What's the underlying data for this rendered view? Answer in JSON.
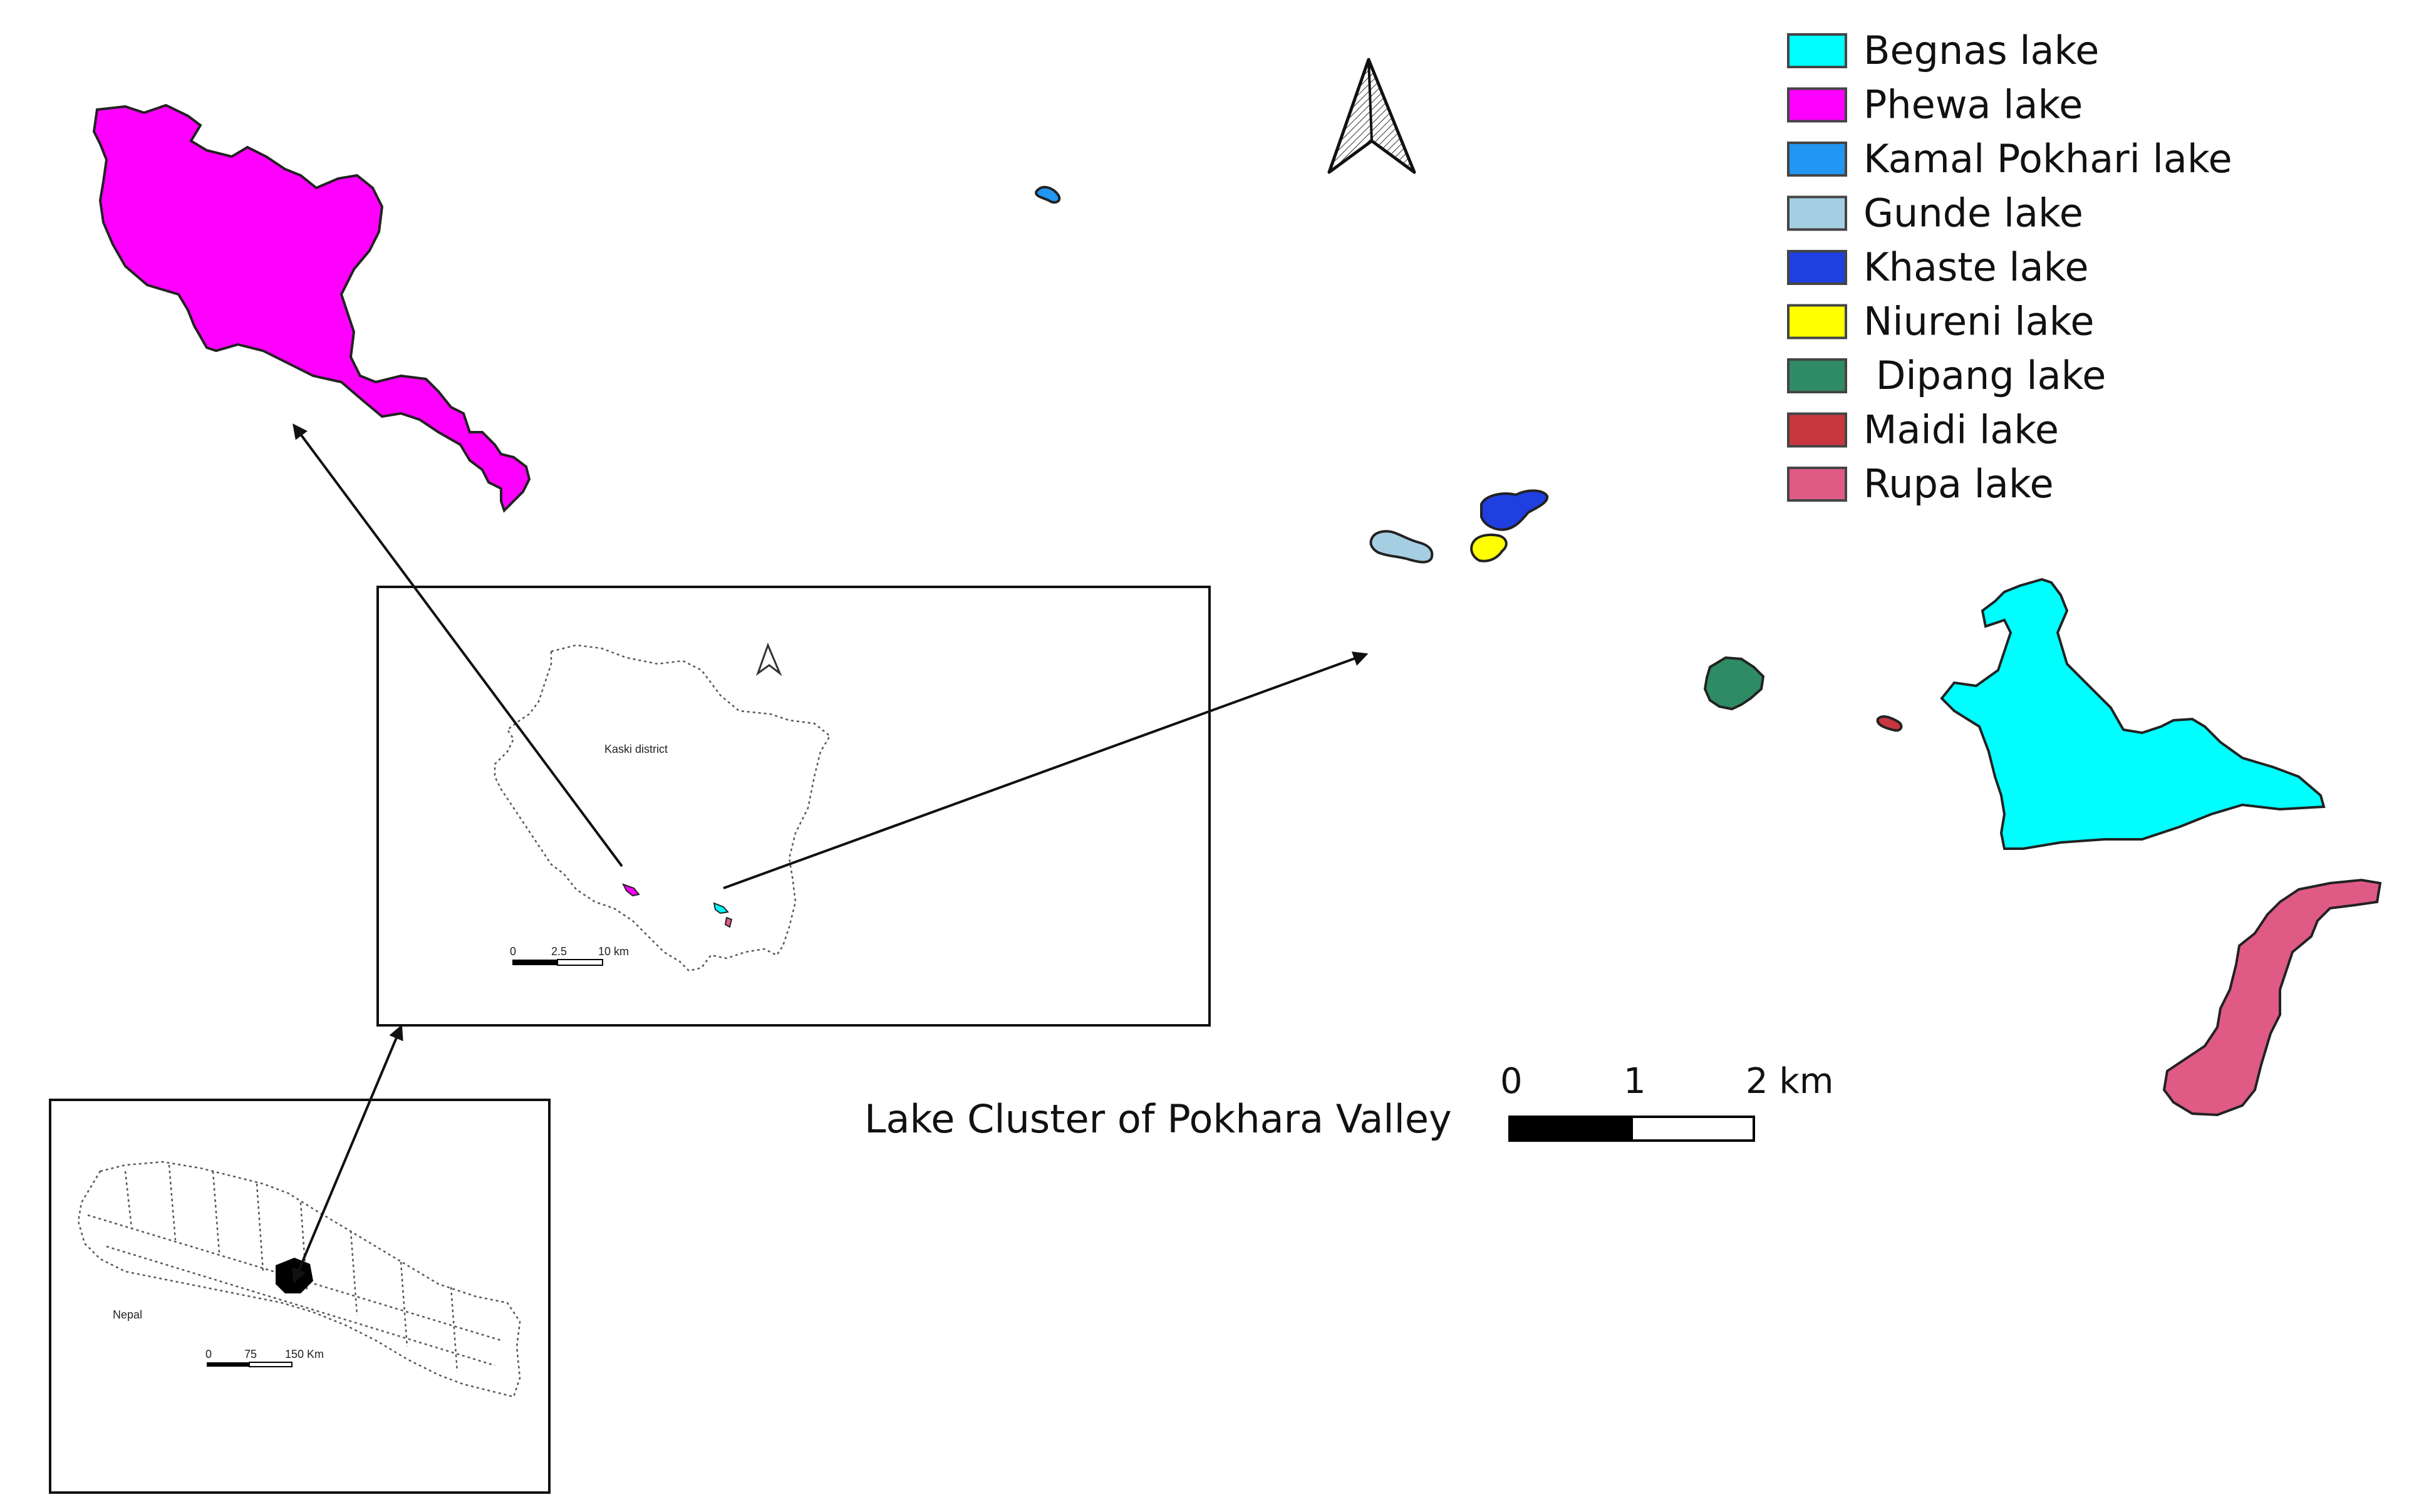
{
  "caption": "Lake Cluster of Pokhara Valley",
  "legend": [
    {
      "label": "Begnas lake",
      "color": "#00ffff"
    },
    {
      "label": "Phewa lake",
      "color": "#ff00ff"
    },
    {
      "label": "Kamal Pokhari lake",
      "color": "#2196f3"
    },
    {
      "label": "Gunde lake",
      "color": "#a6cee3"
    },
    {
      "label": "Khaste lake",
      "color": "#1f3fe0"
    },
    {
      "label": "Niureni lake",
      "color": "#ffff00"
    },
    {
      "label": " Dipang lake",
      "color": "#2e8b63"
    },
    {
      "label": "Maidi lake",
      "color": "#c8363e"
    },
    {
      "label": "Rupa lake",
      "color": "#e05a86"
    }
  ],
  "scale_bar": {
    "labels": [
      "0",
      "1",
      "2 km"
    ]
  },
  "inset_district": {
    "label": "Kaski district",
    "scale_labels": [
      "0",
      "2.5",
      "10 km"
    ]
  },
  "inset_country": {
    "label": "Nepal",
    "scale_labels": [
      "0",
      "75",
      "150 Km"
    ]
  },
  "north_arrow": {
    "icon": "north-arrow-icon"
  }
}
